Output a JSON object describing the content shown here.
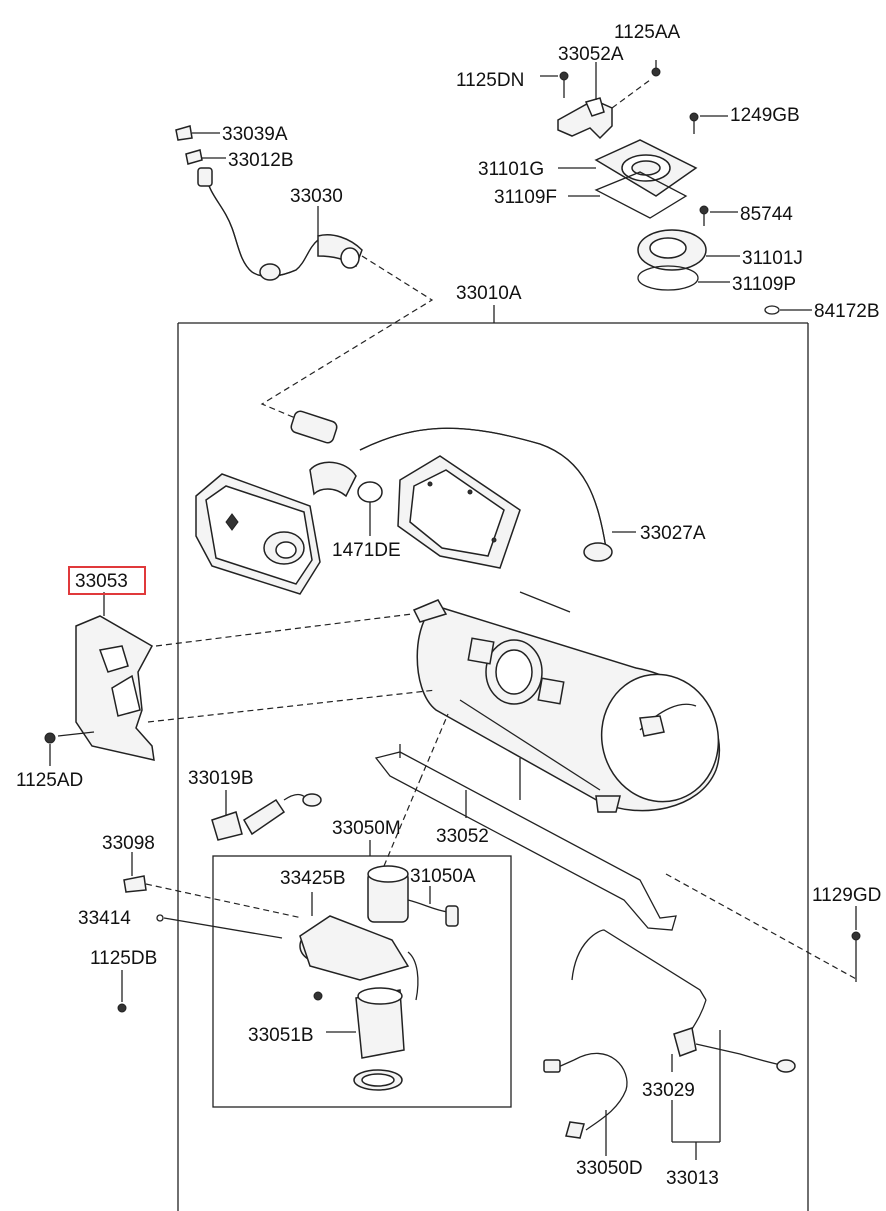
{
  "diagram": {
    "highlight_color": "#e0393b",
    "highlighted_part": "33053",
    "labels": {
      "p1125AA": "1125AA",
      "p33052A": "33052A",
      "p1125DN": "1125DN",
      "p1249GB": "1249GB",
      "p33039A": "33039A",
      "p33012B": "33012B",
      "p31101G": "31101G",
      "p31109F": "31109F",
      "p33030": "33030",
      "p85744": "85744",
      "p31101J": "31101J",
      "p31109P": "31109P",
      "p33010A": "33010A",
      "p84172B": "84172B",
      "p33027A": "33027A",
      "p1471DE": "1471DE",
      "p33053": "33053",
      "p1125AD": "1125AD",
      "p33019B": "33019B",
      "p33050M": "33050M",
      "p33052": "33052",
      "p33098": "33098",
      "p33425B": "33425B",
      "p31050A": "31050A",
      "p1129GD": "1129GD",
      "p33414": "33414",
      "p1125DB": "1125DB",
      "p33051B": "33051B",
      "p33029": "33029",
      "p33050D": "33050D",
      "p33013": "33013"
    }
  }
}
